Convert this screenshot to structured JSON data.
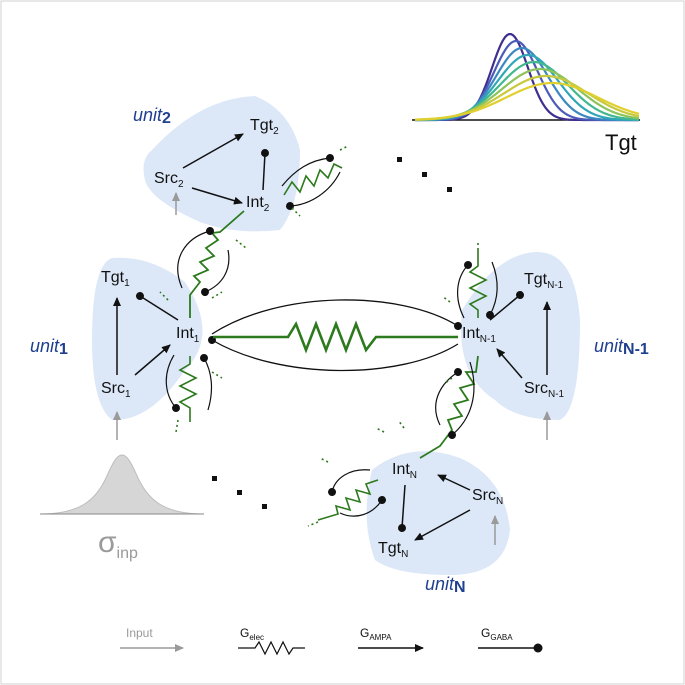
{
  "colors": {
    "unit_fill": "#dce8f8",
    "unit_label": "#1f3f8f",
    "elec": "#2c7a1d",
    "input": "#9a9a9a",
    "gaussian_fill": "#d6d6d6",
    "curves": [
      "#3e2f8f",
      "#4c5bb8",
      "#3b87c2",
      "#2fa7b6",
      "#42b88f",
      "#8cc45a",
      "#c8c93c",
      "#e0cf2e"
    ]
  },
  "top_right": {
    "label": "Tgt"
  },
  "input_distribution": {
    "symbol": "σ",
    "subscript": "inp"
  },
  "units": {
    "unit1": {
      "prefix": "unit",
      "index": "1",
      "src": "Src",
      "src_sub": "1",
      "int": "Int",
      "int_sub": "1",
      "tgt": "Tgt",
      "tgt_sub": "1"
    },
    "unit2": {
      "prefix": "unit",
      "index": "2",
      "src": "Src",
      "src_sub": "2",
      "int": "Int",
      "int_sub": "2",
      "tgt": "Tgt",
      "tgt_sub": "2"
    },
    "unitN1": {
      "prefix": "unit",
      "index": "N-1",
      "src": "Src",
      "src_sub": "N-1",
      "int": "Int",
      "int_sub": "N-1",
      "tgt": "Tgt",
      "tgt_sub": "N-1"
    },
    "unitN": {
      "prefix": "unit",
      "index": "N",
      "src": "Src",
      "src_sub": "N",
      "int": "Int",
      "int_sub": "N",
      "tgt": "Tgt",
      "tgt_sub": "N"
    }
  },
  "legend": {
    "input": "Input",
    "elec": "G",
    "elec_sub": "elec",
    "ampa": "G",
    "ampa_sub": "AMPA",
    "gaba": "G",
    "gaba_sub": "GABA"
  }
}
